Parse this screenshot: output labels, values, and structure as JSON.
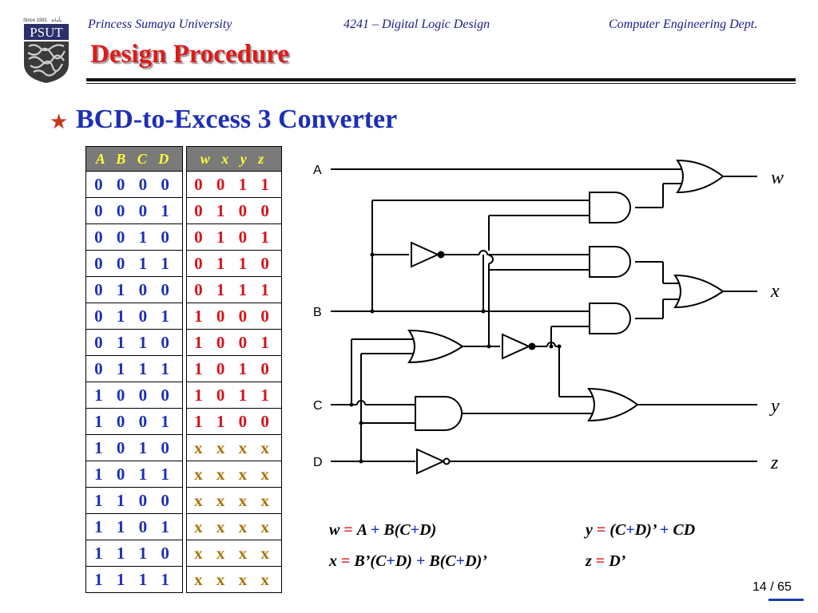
{
  "header": {
    "logo_text": "PSUT",
    "logo_since": "Since 1991",
    "logo_arabic": "بأمانة",
    "university": "Princess Sumaya University",
    "course": "4241 – Digital Logic Design",
    "department": "Computer Engineering Dept."
  },
  "slide": {
    "title": "Design Procedure",
    "bullet": "★",
    "subtitle": "BCD-to-Excess 3 Converter",
    "page": "14 / 65"
  },
  "table": {
    "input_header": "A B C D",
    "output_header": "w x y z",
    "rows": [
      {
        "in": "0 0 0 0",
        "out": "0 0 1 1",
        "dc": false
      },
      {
        "in": "0 0 0 1",
        "out": "0 1 0 0",
        "dc": false
      },
      {
        "in": "0 0 1 0",
        "out": "0 1 0 1",
        "dc": false
      },
      {
        "in": "0 0 1 1",
        "out": "0 1 1 0",
        "dc": false
      },
      {
        "in": "0 1 0 0",
        "out": "0 1 1 1",
        "dc": false
      },
      {
        "in": "0 1 0 1",
        "out": "1 0 0 0",
        "dc": false
      },
      {
        "in": "0 1 1 0",
        "out": "1 0 0 1",
        "dc": false
      },
      {
        "in": "0 1 1 1",
        "out": "1 0 1 0",
        "dc": false
      },
      {
        "in": "1 0 0 0",
        "out": "1 0 1 1",
        "dc": false
      },
      {
        "in": "1 0 0 1",
        "out": "1 1 0 0",
        "dc": false
      },
      {
        "in": "1 0 1 0",
        "out": "x x x x",
        "dc": true
      },
      {
        "in": "1 0 1 1",
        "out": "x x x x",
        "dc": true
      },
      {
        "in": "1 1 0 0",
        "out": "x x x x",
        "dc": true
      },
      {
        "in": "1 1 0 1",
        "out": "x x x x",
        "dc": true
      },
      {
        "in": "1 1 1 0",
        "out": "x x x x",
        "dc": true
      },
      {
        "in": "1 1 1 1",
        "out": "x x x x",
        "dc": true
      }
    ]
  },
  "circuit": {
    "inputs": [
      "A",
      "B",
      "C",
      "D"
    ],
    "outputs": [
      "w",
      "x",
      "y",
      "z"
    ]
  },
  "equations": {
    "w": [
      [
        "v",
        "w "
      ],
      [
        "op",
        " = "
      ],
      [
        "v",
        "A "
      ],
      [
        "op2",
        "+"
      ],
      [
        "v",
        " B"
      ],
      [
        "p",
        "("
      ],
      [
        "v",
        "C"
      ],
      [
        "op2",
        "+"
      ],
      [
        "v",
        "D"
      ],
      [
        "p",
        ")"
      ]
    ],
    "x": [
      [
        "v",
        "x "
      ],
      [
        "op",
        " = "
      ],
      [
        "v",
        "B’"
      ],
      [
        "p",
        "("
      ],
      [
        "v",
        "C"
      ],
      [
        "op2",
        "+"
      ],
      [
        "v",
        "D"
      ],
      [
        "p",
        ") "
      ],
      [
        "op2",
        "+"
      ],
      [
        "v",
        " B"
      ],
      [
        "p",
        "("
      ],
      [
        "v",
        "C"
      ],
      [
        "op2",
        "+"
      ],
      [
        "v",
        "D"
      ],
      [
        "p",
        ")’"
      ]
    ],
    "y": [
      [
        "v",
        "y "
      ],
      [
        "op",
        " = "
      ],
      [
        "p",
        "("
      ],
      [
        "v",
        "C"
      ],
      [
        "op2",
        "+"
      ],
      [
        "v",
        "D"
      ],
      [
        "p",
        ")’ "
      ],
      [
        "op2",
        "+"
      ],
      [
        "v",
        " CD"
      ]
    ],
    "z": [
      [
        "v",
        "z "
      ],
      [
        "op",
        " = "
      ],
      [
        "v",
        "D’"
      ]
    ]
  },
  "colors": {
    "title_red": "#e01a1a",
    "header_blue": "#1a1a8c",
    "subtitle_blue": "#1d2fb5",
    "input_blue": "#1d2fb5",
    "output_red": "#d4141c",
    "dontcare_gold": "#a8740a",
    "table_header_bg": "#7a7a7a",
    "table_header_fg": "#ffff33"
  }
}
